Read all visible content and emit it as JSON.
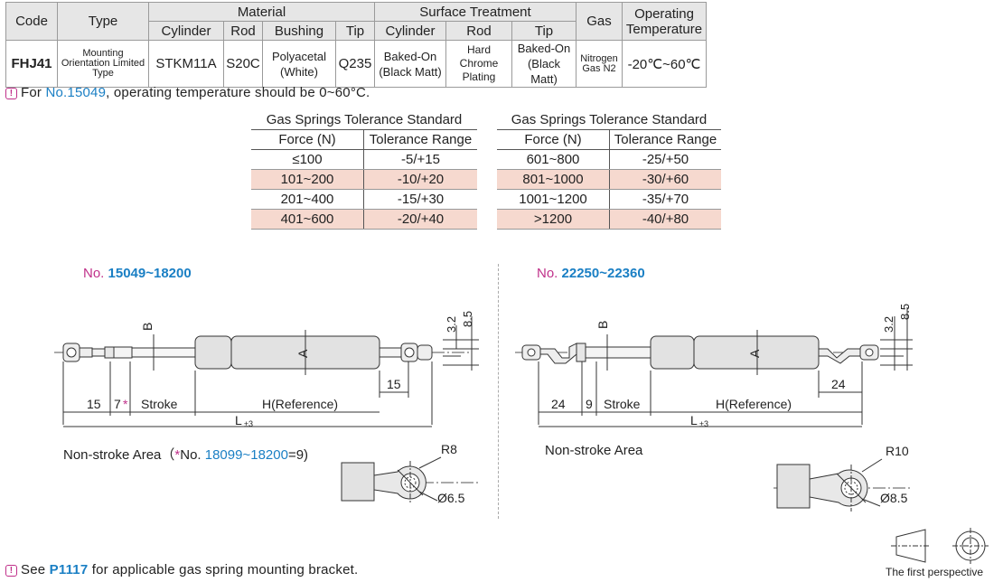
{
  "spec_table": {
    "headers": {
      "code": "Code",
      "type": "Type",
      "material": "Material",
      "surface": "Surface Treatment",
      "gas": "Gas",
      "operating": "Operating Temperature",
      "cylinder": "Cylinder",
      "rod": "Rod",
      "bushing": "Bushing",
      "tip": "Tip",
      "st_cylinder": "Cylinder",
      "st_rod": "Rod",
      "st_tip": "Tip"
    },
    "row": {
      "code": "FHJ41",
      "type": "Mounting Orientation Limited Type",
      "cylinder": "STKM11A",
      "rod": "S20C",
      "bushing": "Polyacetal (White)",
      "tip": "Q235",
      "st_cylinder": "Baked-On (Black Matt)",
      "st_rod": "Hard Chrome Plating",
      "st_tip": "Baked-On (Black Matt)",
      "gas": "Nitrogen Gas N2",
      "operating": "-20℃~60℃"
    }
  },
  "note_temp": {
    "prefix": "For ",
    "link": "No.15049",
    "suffix": ", operating temperature should be 0~60°C."
  },
  "tolerance_tables": [
    {
      "title": "Gas Springs Tolerance Standard",
      "col1": "Force (N)",
      "col2": "Tolerance Range",
      "rows": [
        {
          "force": "≤100",
          "range": "-5/+15",
          "shaded": false
        },
        {
          "force": "101~200",
          "range": "-10/+20",
          "shaded": true
        },
        {
          "force": "201~400",
          "range": "-15/+30",
          "shaded": false
        },
        {
          "force": "401~600",
          "range": "-20/+40",
          "shaded": true
        }
      ]
    },
    {
      "title": "Gas Springs Tolerance Standard",
      "col1": "Force (N)",
      "col2": "Tolerance Range",
      "rows": [
        {
          "force": "601~800",
          "range": "-25/+50",
          "shaded": false
        },
        {
          "force": "801~1000",
          "range": "-30/+60",
          "shaded": true
        },
        {
          "force": "1001~1200",
          "range": "-35/+70",
          "shaded": false
        },
        {
          "force": ">1200",
          "range": "-40/+80",
          "shaded": true
        }
      ]
    }
  ],
  "section_left": {
    "prefix": "No. ",
    "range": "15049~18200"
  },
  "section_right": {
    "prefix": "No. ",
    "range": "22250~22360"
  },
  "drawing_left": {
    "dim_B": "B",
    "dim_A": "A",
    "dim_32": "3.2",
    "dim_85": "8.5",
    "dim_15a": "15",
    "dim_7": "7",
    "star": "*",
    "stroke": "Stroke",
    "h_ref": "H(Reference)",
    "dim_15b": "15",
    "length": "L",
    "length_tol": "±3",
    "non_stroke_prefix": "Non-stroke Area（",
    "non_stroke_star": "*",
    "non_stroke_no": "No. ",
    "non_stroke_link": "18099~18200",
    "non_stroke_suffix": "=9)",
    "radius": "R8",
    "hole": "Ø6.5"
  },
  "drawing_right": {
    "dim_B": "B",
    "dim_A": "A",
    "dim_32": "3.2",
    "dim_85": "8.5",
    "dim_24a": "24",
    "dim_9": "9",
    "stroke": "Stroke",
    "h_ref": "H(Reference)",
    "dim_24b": "24",
    "length": "L",
    "length_tol": "±3",
    "non_stroke": "Non-stroke Area",
    "radius": "R10",
    "hole": "Ø8.5"
  },
  "bottom_note": {
    "prefix": "See ",
    "page": "P1117",
    "suffix": " for applicable gas spring mounting bracket."
  },
  "perspective_label": "The first perspective"
}
